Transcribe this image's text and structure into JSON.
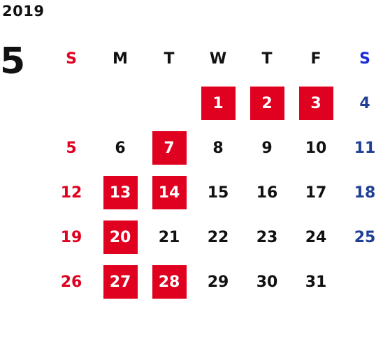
{
  "calendar": {
    "year": "2019",
    "month": "5",
    "weekdays": [
      "S",
      "M",
      "T",
      "W",
      "T",
      "F",
      "S"
    ],
    "weeks": [
      [
        {
          "day": "",
          "holiday": false
        },
        {
          "day": "",
          "holiday": false
        },
        {
          "day": "",
          "holiday": false
        },
        {
          "day": "1",
          "holiday": true
        },
        {
          "day": "2",
          "holiday": true
        },
        {
          "day": "3",
          "holiday": true
        },
        {
          "day": "4",
          "holiday": false
        }
      ],
      [
        {
          "day": "5",
          "holiday": false
        },
        {
          "day": "6",
          "holiday": false
        },
        {
          "day": "7",
          "holiday": true
        },
        {
          "day": "8",
          "holiday": false
        },
        {
          "day": "9",
          "holiday": false
        },
        {
          "day": "10",
          "holiday": false
        },
        {
          "day": "11",
          "holiday": false
        }
      ],
      [
        {
          "day": "12",
          "holiday": false
        },
        {
          "day": "13",
          "holiday": true
        },
        {
          "day": "14",
          "holiday": true
        },
        {
          "day": "15",
          "holiday": false
        },
        {
          "day": "16",
          "holiday": false
        },
        {
          "day": "17",
          "holiday": false
        },
        {
          "day": "18",
          "holiday": false
        }
      ],
      [
        {
          "day": "19",
          "holiday": false
        },
        {
          "day": "20",
          "holiday": true
        },
        {
          "day": "21",
          "holiday": false
        },
        {
          "day": "22",
          "holiday": false
        },
        {
          "day": "23",
          "holiday": false
        },
        {
          "day": "24",
          "holiday": false
        },
        {
          "day": "25",
          "holiday": false
        }
      ],
      [
        {
          "day": "26",
          "holiday": false
        },
        {
          "day": "27",
          "holiday": true
        },
        {
          "day": "28",
          "holiday": true
        },
        {
          "day": "29",
          "holiday": false
        },
        {
          "day": "30",
          "holiday": false
        },
        {
          "day": "31",
          "holiday": false
        },
        {
          "day": "",
          "holiday": false
        }
      ]
    ]
  },
  "colors": {
    "holiday_bg": "#e0001f",
    "sunday": "#e0001f",
    "saturday": "#1f3f96",
    "saturday_header": "#1b2bd6",
    "text": "#111111"
  }
}
